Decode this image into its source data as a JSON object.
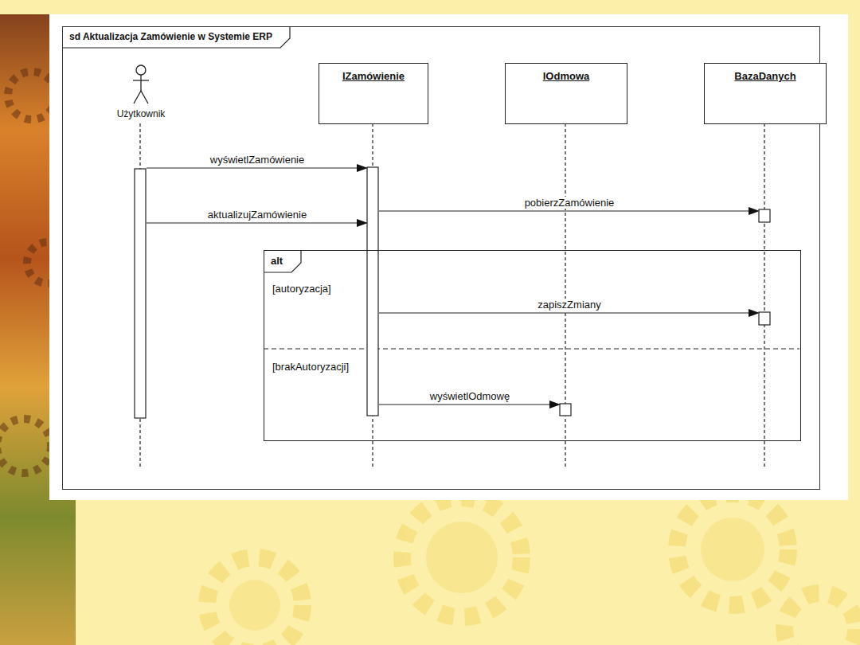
{
  "diagram": {
    "nodes": [
      {
        "text": [
          "sd Aktualizacja Zamówienie w Systemie ERP"
        ]
      },
      {
        "text": [
          "Użytkownik"
        ],
        "in": 0
      },
      {
        "text": [
          "IZamówienie"
        ],
        "in": 0
      },
      {
        "text": [
          "IOdmowa"
        ],
        "in": 0
      },
      {
        "text": [
          "BazaDanych"
        ],
        "in": 0
      },
      {
        "text": [
          "alt",
          "[autoryzacja]",
          "[brakAutoryzacji]"
        ],
        "in": 0
      }
    ],
    "edges": [
      {
        "from": 1,
        "to": 2,
        "label": "wyświetlZamówienie",
        "arrow": "to"
      },
      {
        "from": 1,
        "to": 2,
        "label": "aktualizujZamówienie",
        "arrow": "to"
      },
      {
        "from": 2,
        "to": 4,
        "label": "pobierzZamówienie",
        "arrow": "to"
      },
      {
        "from": 2,
        "to": 4,
        "label": "zapiszZmiany",
        "arrow": "to"
      },
      {
        "from": 2,
        "to": 3,
        "label": "wyświetlOdmowę",
        "arrow": "to"
      }
    ]
  }
}
